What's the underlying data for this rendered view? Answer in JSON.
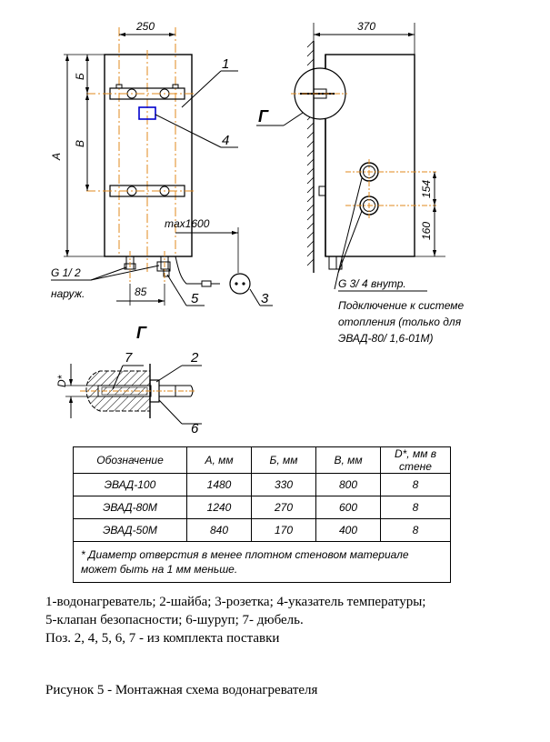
{
  "front_view": {
    "dim_width": "250",
    "dim_a": "А",
    "dim_b_upper": "Б",
    "dim_b": "В",
    "dim_cable": "max1600",
    "dim_85": "85",
    "label_g12": "G 1/ 2",
    "label_naruzh": "наруж.",
    "callout_1": "1",
    "callout_3": "3",
    "callout_4": "4",
    "callout_5": "5"
  },
  "side_view": {
    "dim_depth": "370",
    "dim_154": "154",
    "dim_160": "160",
    "view_mark": "Г",
    "label_g34": "G 3/ 4  внутр.",
    "heating_note_lines": [
      "Подключение к системе",
      "отопления (только для",
      "ЭВАД-80/ 1,6-01М)"
    ]
  },
  "detail_view": {
    "title": "Г",
    "dim_d": "D*",
    "callout_2": "2",
    "callout_6": "6",
    "callout_7": "7"
  },
  "table": {
    "headers": [
      "Обозначение",
      "А, мм",
      "Б, мм",
      "В, мм",
      "D*, мм в стене"
    ],
    "rows": [
      [
        "ЭВАД-100",
        "1480",
        "330",
        "800",
        "8"
      ],
      [
        "ЭВАД-80М",
        "1240",
        "270",
        "600",
        "8"
      ],
      [
        "ЭВАД-50М",
        "840",
        "170",
        "400",
        "8"
      ]
    ],
    "footnote_lines": [
      "* Диаметр отверстия в менее плотном стеновом материале",
      "может быть на 1 мм меньше."
    ]
  },
  "legend": {
    "line1": "1-водонагреватель; 2-шайба; 3-розетка; 4-указатель температуры;",
    "line2": "5-клапан безопасности; 6-шуруп; 7- дюбель.",
    "line3": "Поз. 2, 4, 5, 6, 7 - из комплекта поставки"
  },
  "caption": "Рисунок 5 - Монтажная схема водонагревателя",
  "colors": {
    "line": "#000000",
    "axis": "#e08a1e",
    "indicator": "#0000cc"
  }
}
